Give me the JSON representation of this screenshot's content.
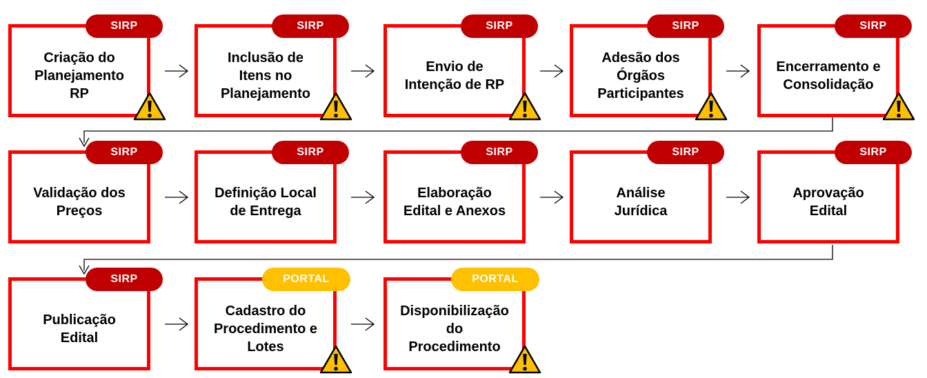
{
  "colors": {
    "border": "#ff0000",
    "sirp_badge": "#c00000",
    "portal_badge": "#ffc000",
    "warning_fill": "#ffc000",
    "arrow": "#000000"
  },
  "steps": [
    {
      "label": "Criação do Planejamento RP",
      "badge": "SIRP",
      "badge_type": "sirp",
      "warning": true
    },
    {
      "label": "Inclusão de Itens no Planejamento",
      "badge": "SIRP",
      "badge_type": "sirp",
      "warning": true
    },
    {
      "label": "Envio de Intenção de RP",
      "badge": "SIRP",
      "badge_type": "sirp",
      "warning": true
    },
    {
      "label": "Adesão dos Órgãos Participantes",
      "badge": "SIRP",
      "badge_type": "sirp",
      "warning": true
    },
    {
      "label": "Encerramento e Consolidação",
      "badge": "SIRP",
      "badge_type": "sirp",
      "warning": true
    },
    {
      "label": "Validação dos Preços",
      "badge": "SIRP",
      "badge_type": "sirp",
      "warning": false
    },
    {
      "label": "Definição Local de Entrega",
      "badge": "SIRP",
      "badge_type": "sirp",
      "warning": false
    },
    {
      "label": "Elaboração Edital e Anexos",
      "badge": "SIRP",
      "badge_type": "sirp",
      "warning": false
    },
    {
      "label": "Análise Jurídica",
      "badge": "SIRP",
      "badge_type": "sirp",
      "warning": false
    },
    {
      "label": "Aprovação Edital",
      "badge": "SIRP",
      "badge_type": "sirp",
      "warning": false
    },
    {
      "label": "Publicação Edital",
      "badge": "SIRP",
      "badge_type": "sirp",
      "warning": false
    },
    {
      "label": "Cadastro do Procedimento e Lotes",
      "badge": "PORTAL",
      "badge_type": "portal",
      "warning": true
    },
    {
      "label": "Disponibilização do Procedimento",
      "badge": "PORTAL",
      "badge_type": "portal",
      "warning": true
    }
  ]
}
